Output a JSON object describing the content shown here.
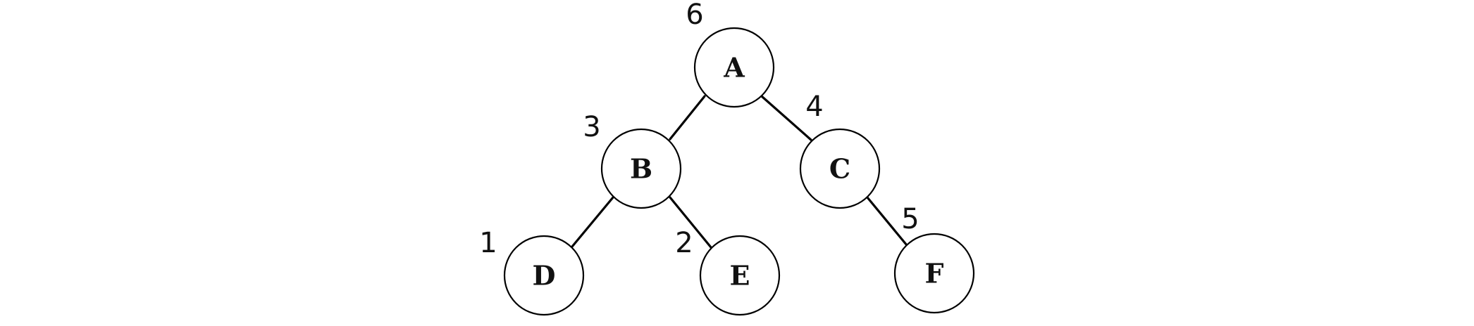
{
  "tree": {
    "nodes": [
      {
        "id": "A",
        "label": "A",
        "order": "6"
      },
      {
        "id": "B",
        "label": "B",
        "order": "3"
      },
      {
        "id": "C",
        "label": "C",
        "order": "4"
      },
      {
        "id": "D",
        "label": "D",
        "order": "1"
      },
      {
        "id": "E",
        "label": "E",
        "order": "2"
      },
      {
        "id": "F",
        "label": "F",
        "order": "5"
      }
    ],
    "edges": [
      {
        "from": "A",
        "to": "B"
      },
      {
        "from": "A",
        "to": "C"
      },
      {
        "from": "B",
        "to": "D"
      },
      {
        "from": "B",
        "to": "E"
      },
      {
        "from": "C",
        "to": "F"
      }
    ]
  }
}
